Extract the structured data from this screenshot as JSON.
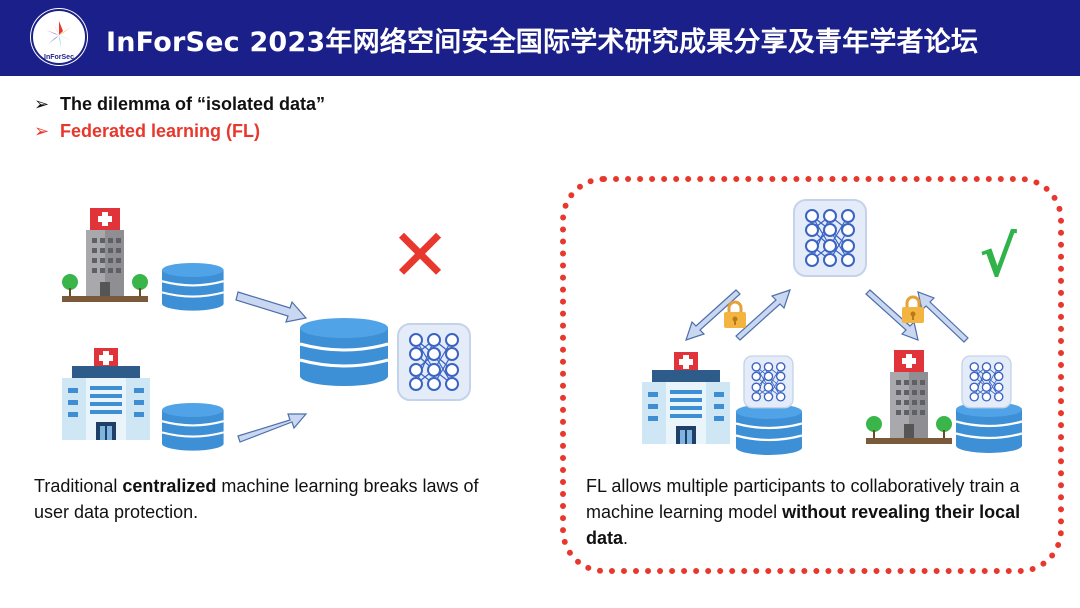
{
  "header": {
    "title": "InForSec 2023年网络空间安全国际学术研究成果分享及青年学者论坛",
    "logo_text": "InForSec",
    "background": "#1b1f8a"
  },
  "bullets": [
    {
      "arrow": "➢",
      "text": "The dilemma of “isolated data”",
      "color": "#111111"
    },
    {
      "arrow": "➢",
      "text": "Federated learning (FL)",
      "color": "#e8382d"
    }
  ],
  "left_caption": {
    "before": "Traditional ",
    "bold": "centralized",
    "after": " machine learning breaks laws of user data protection."
  },
  "right_caption": {
    "before": "FL allows multiple participants to collaboratively train a machine learning model ",
    "bold": "without revealing their local data",
    "after": "."
  },
  "marks": {
    "cross": "✕",
    "check": "√"
  },
  "icons": [
    "hospital-icon",
    "clinic-icon",
    "database-icon",
    "neural-network-icon",
    "lock-icon",
    "arrow-icon"
  ],
  "colors": {
    "accent_red": "#e8382d",
    "check_green": "#2fb34a",
    "db_blue": "#3d8fd6",
    "arrow_fill": "#c9d7f0"
  }
}
